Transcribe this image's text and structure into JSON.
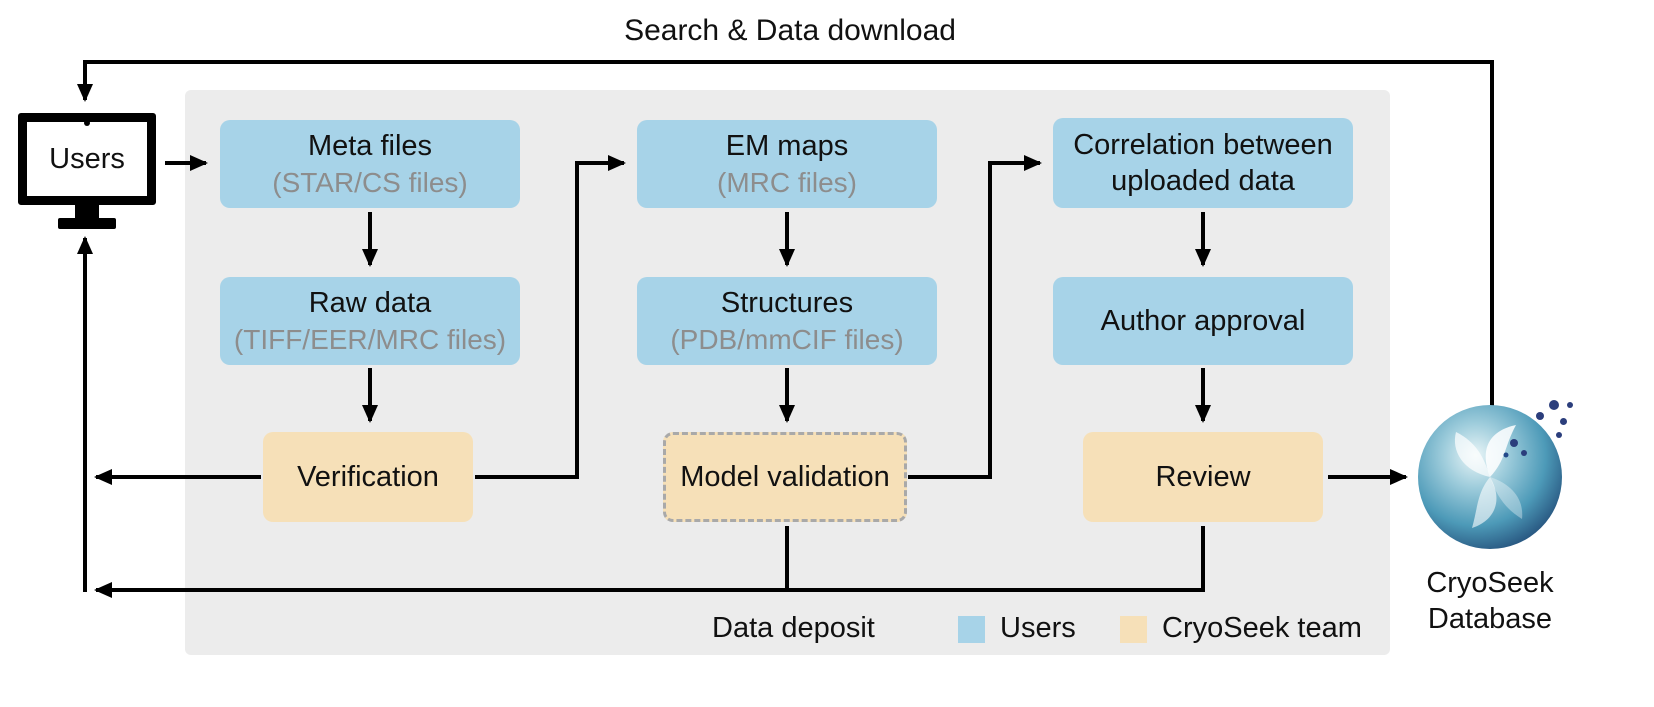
{
  "labels": {
    "top": "Search & Data download",
    "bottom": "Data deposit"
  },
  "users_node": {
    "label": "Users"
  },
  "boxes": {
    "meta_files": {
      "title": "Meta files",
      "subtitle": "(STAR/CS files)"
    },
    "raw_data": {
      "title": "Raw data",
      "subtitle": "(TIFF/EER/MRC files)"
    },
    "verification": {
      "title": "Verification"
    },
    "em_maps": {
      "title": "EM maps",
      "subtitle": "(MRC files)"
    },
    "structures": {
      "title": "Structures",
      "subtitle": "(PDB/mmCIF files)"
    },
    "model_validation": {
      "title": "Model validation"
    },
    "correlation": {
      "title": "Correlation between uploaded data"
    },
    "author_approval": {
      "title": "Author approval"
    },
    "review": {
      "title": "Review"
    }
  },
  "legend": {
    "users": {
      "label": "Users",
      "color": "#a7d3e8"
    },
    "team": {
      "label": "CryoSeek team",
      "color": "#f6e0b8"
    }
  },
  "database": {
    "label": "CryoSeek Database"
  },
  "colors": {
    "user_box": "#a7d3e8",
    "team_box": "#f6e0b8",
    "panel_background": "#ececec",
    "arrow": "#000000"
  }
}
